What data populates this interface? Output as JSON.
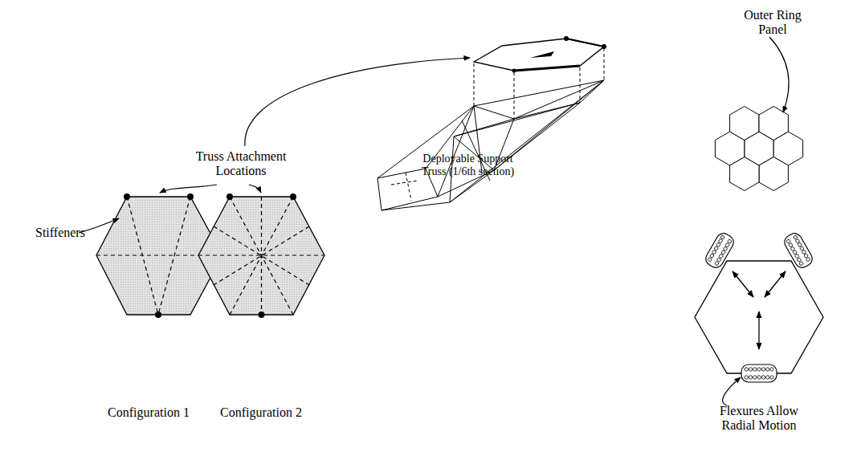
{
  "diagram": {
    "labels": [
      "Outer Ring Panel",
      "Truss Attachment Locations",
      "Deployable Support Truss (1/6th section)",
      "Stiffeners",
      "Configuration 1",
      "Configuration 2",
      "Flexures Allow Radial Motion"
    ]
  }
}
